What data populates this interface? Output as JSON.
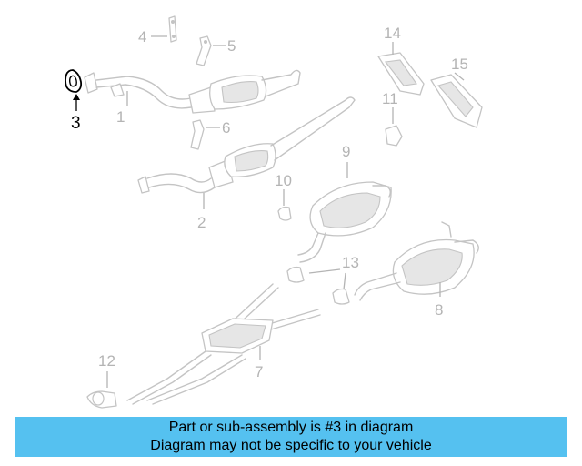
{
  "diagram": {
    "callouts": [
      "1",
      "2",
      "3",
      "4",
      "5",
      "6",
      "7",
      "8",
      "9",
      "10",
      "11",
      "12",
      "13",
      "14",
      "15"
    ],
    "highlighted": "3"
  },
  "banner": {
    "line1": "Part or sub-assembly is #3 in diagram",
    "line2": "Diagram may not be specific to your vehicle"
  },
  "colors": {
    "banner_bg": "#55c1f0",
    "drawing": "#c4c4c4",
    "highlight": "#000000"
  }
}
